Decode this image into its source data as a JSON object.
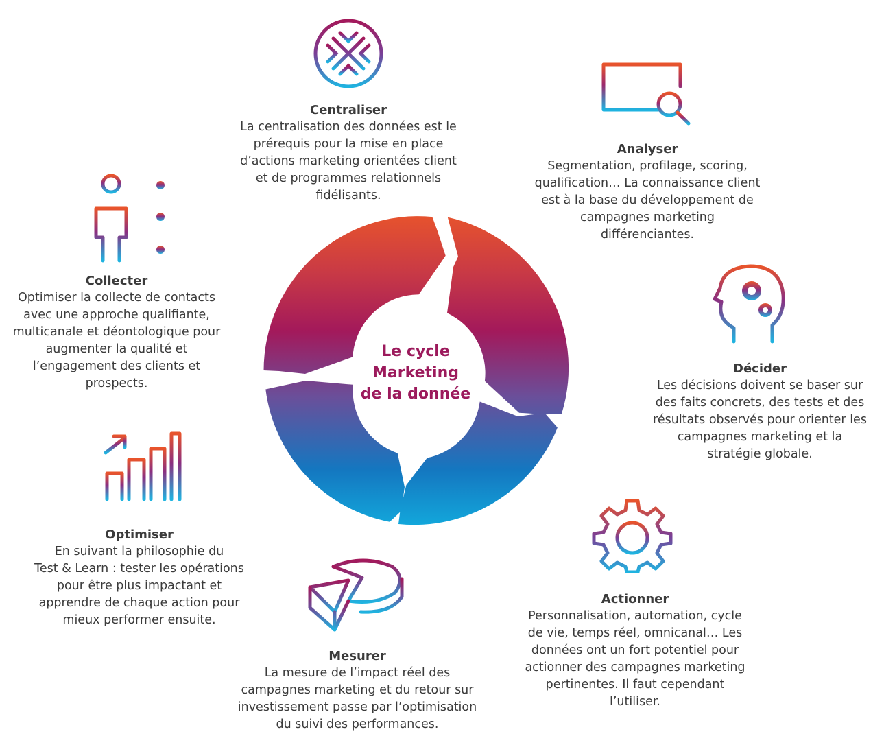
{
  "center": {
    "title": "Le cycle\nMarketing\nde la donnée"
  },
  "steps": [
    {
      "id": "centraliser",
      "title": "Centraliser",
      "icon": "target-arrows-icon",
      "text": "La centralisation des données est le\nprérequis pour la mise en place\nd’actions marketing orientées client\net de programmes relationnels\nfidélisants."
    },
    {
      "id": "analyser",
      "title": "Analyser",
      "icon": "monitor-chart-magnifier-icon",
      "text": "Segmentation, profilage, scoring,\nqualification… La connaissance client\nest à la base du développement de\ncampagnes marketing\ndifférenciantes."
    },
    {
      "id": "decider",
      "title": "Décider",
      "icon": "head-gears-icon",
      "text": "Les décisions doivent se baser sur\ndes faits concrets, des tests et des\nrésultats observés pour orienter les\ncampagnes marketing et la\nstratégie globale."
    },
    {
      "id": "actionner",
      "title": "Actionner",
      "icon": "gear-icon",
      "text": "Personnalisation, automation, cycle\nde vie, temps réel, omnicanal… Les\ndonnées ont un fort potentiel pour\nactionner des campagnes marketing\npertinentes. Il faut cependant\nl’utiliser."
    },
    {
      "id": "mesurer",
      "title": "Mesurer",
      "icon": "pie-chart-icon",
      "text": "La mesure de l’impact réel des\ncampagnes marketing et du retour sur\ninvestissement passe par l’optimisation\ndu suivi des performances."
    },
    {
      "id": "optimiser",
      "title": "Optimiser",
      "icon": "bar-chart-growth-icon",
      "text": "En suivant la philosophie du\nTest & Learn : tester les opérations\npour être plus impactant et\napprendre de chaque action pour\nmieux performer ensuite."
    },
    {
      "id": "collecter",
      "title": "Collecter",
      "icon": "person-list-icon",
      "text": "Optimiser la collecte de contacts\navec une approche qualifiante,\nmulticanale et déontologique pour\naugmenter la qualité et\nl’engagement des clients et\nprospects."
    }
  ],
  "colors": {
    "orange": "#e8542c",
    "magenta": "#a3195b",
    "purple": "#6a4f9a",
    "blue": "#1477c0",
    "cyan": "#12b5e3",
    "center_text": "#9c1a5c"
  }
}
